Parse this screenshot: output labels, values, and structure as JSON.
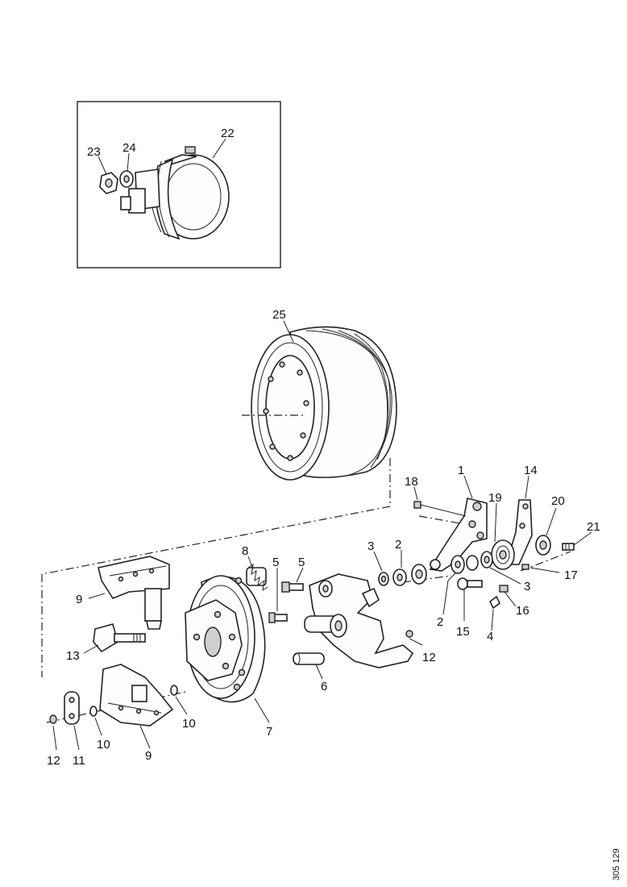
{
  "document_id": "305 129",
  "callouts": [
    {
      "id": "c23",
      "text": "23"
    },
    {
      "id": "c24",
      "text": "24"
    },
    {
      "id": "c22",
      "text": "22"
    },
    {
      "id": "c25",
      "text": "25"
    },
    {
      "id": "c18",
      "text": "18"
    },
    {
      "id": "c1",
      "text": "1"
    },
    {
      "id": "c14",
      "text": "14"
    },
    {
      "id": "c19",
      "text": "19"
    },
    {
      "id": "c20",
      "text": "20"
    },
    {
      "id": "c21",
      "text": "21"
    },
    {
      "id": "c8",
      "text": "8"
    },
    {
      "id": "c5a",
      "text": "5"
    },
    {
      "id": "c5b",
      "text": "5"
    },
    {
      "id": "c3a",
      "text": "3"
    },
    {
      "id": "c2a",
      "text": "2"
    },
    {
      "id": "c17",
      "text": "17"
    },
    {
      "id": "c3b",
      "text": "3"
    },
    {
      "id": "c16",
      "text": "16"
    },
    {
      "id": "c9a",
      "text": "9"
    },
    {
      "id": "c2b",
      "text": "2"
    },
    {
      "id": "c15",
      "text": "15"
    },
    {
      "id": "c4",
      "text": "4"
    },
    {
      "id": "c13",
      "text": "13"
    },
    {
      "id": "c12a",
      "text": "12"
    },
    {
      "id": "c6",
      "text": "6"
    },
    {
      "id": "c10a",
      "text": "10"
    },
    {
      "id": "c7",
      "text": "7"
    },
    {
      "id": "c10b",
      "text": "10"
    },
    {
      "id": "c12b",
      "text": "12"
    },
    {
      "id": "c11",
      "text": "11"
    },
    {
      "id": "c9b",
      "text": "9"
    }
  ]
}
